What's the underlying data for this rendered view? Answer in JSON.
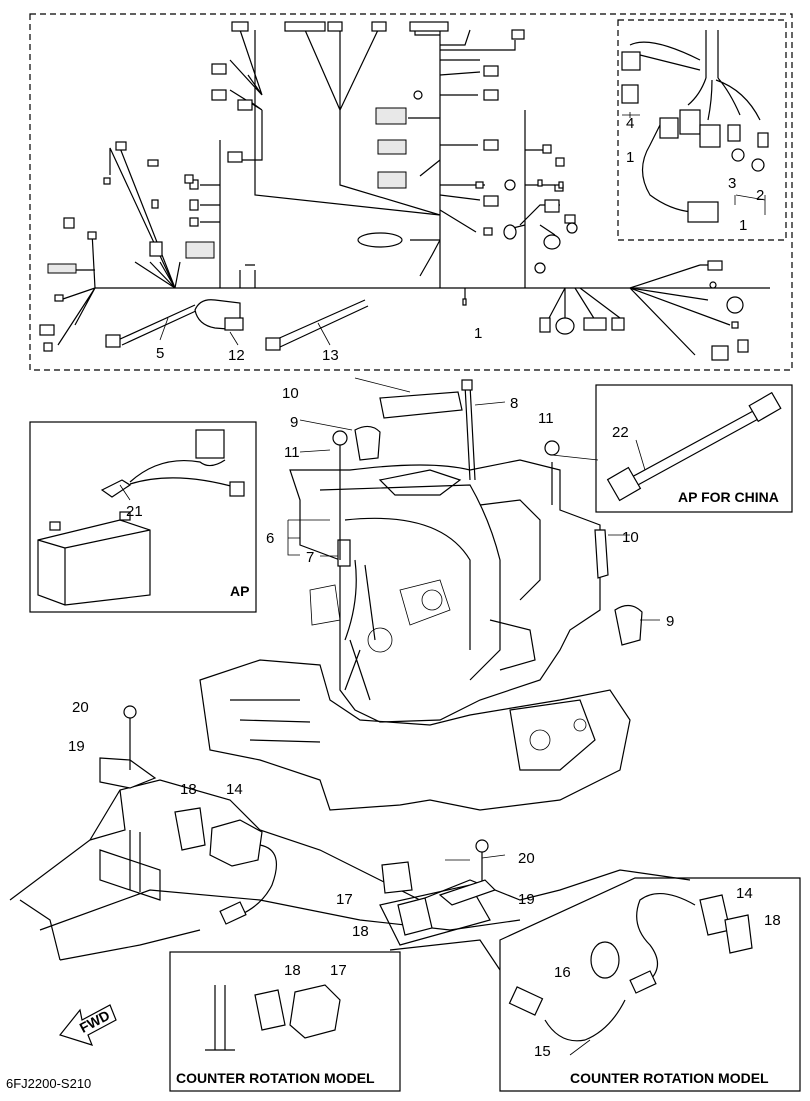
{
  "drawing_code": "6FJ2200-S210",
  "direction_arrow": "FWD",
  "insets": {
    "ap": "AP",
    "ap_china": "AP FOR CHINA",
    "counter_rotation_1": "COUNTER ROTATION MODEL",
    "counter_rotation_2": "COUNTER ROTATION MODEL"
  },
  "callouts": {
    "harness_1": "1",
    "harness_1b": "1",
    "harness_1c": "1",
    "inset_4": "4",
    "inset_3": "3",
    "inset_2": "2",
    "p5": "5",
    "p12": "12",
    "p13": "13",
    "p10a": "10",
    "p8": "8",
    "p9a": "9",
    "p11a": "11",
    "p11b": "11",
    "p10b": "10",
    "p9b": "9",
    "p6": "6",
    "p7": "7",
    "p21": "21",
    "p22": "22",
    "p20a": "20",
    "p19a": "19",
    "p18a": "18",
    "p14a": "14",
    "p20b": "20",
    "p17a": "17",
    "p19b": "19",
    "p18b": "18",
    "p18c": "18",
    "p17b": "17",
    "p14b": "14",
    "p18d": "18",
    "p16": "16",
    "p15": "15"
  }
}
